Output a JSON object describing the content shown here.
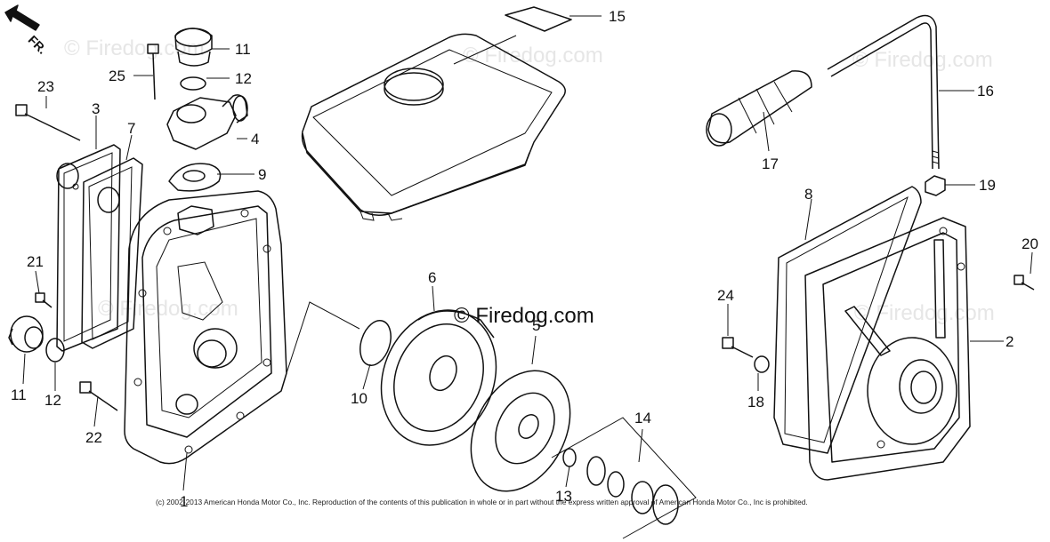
{
  "orientation_arrow": {
    "label": "FR."
  },
  "watermarks": {
    "main": "© Firedog.com",
    "faint": "© Firedog.com"
  },
  "copyright": "(c) 2002-2013 American Honda Motor Co., Inc. Reproduction of the contents of this publication in whole or in part without the express written approval of American Honda Motor Co., Inc is prohibited.",
  "callouts": {
    "p1": "1",
    "p2": "2",
    "p3": "3",
    "p4": "4",
    "p5": "5",
    "p6": "6",
    "p7": "7",
    "p8a": "8",
    "p9": "9",
    "p10": "10",
    "p11a": "11",
    "p11b": "11",
    "p12a": "12",
    "p12b": "12",
    "p13": "13",
    "p14": "14",
    "p15": "15",
    "p16": "16",
    "p17": "17",
    "p18": "18",
    "p19": "19",
    "p20": "20",
    "p21": "21",
    "p22": "22",
    "p23": "23",
    "p24": "24",
    "p25": "25"
  }
}
